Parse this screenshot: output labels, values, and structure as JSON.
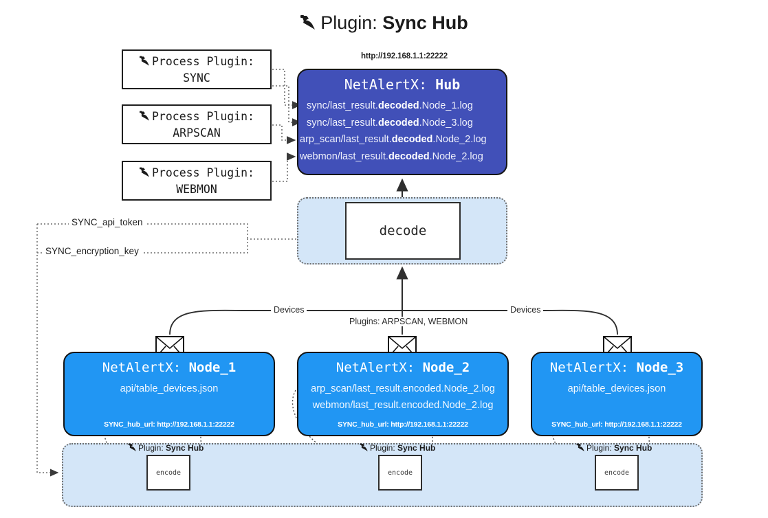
{
  "title": {
    "prefix": "Plugin: ",
    "name": "Sync Hub",
    "icon": "plug-icon"
  },
  "process_plugins": [
    {
      "label": "Process Plugin:",
      "name": "SYNC",
      "icon": "plug-icon"
    },
    {
      "label": "Process Plugin:",
      "name": "ARPSCAN",
      "icon": "plug-icon"
    },
    {
      "label": "Process Plugin:",
      "name": "WEBMON",
      "icon": "plug-icon"
    }
  ],
  "hub": {
    "url": "http://192.168.1.1:22222",
    "prefix": "NetAlertX: ",
    "name": "Hub",
    "logs": [
      {
        "pre": "sync/last_result.",
        "em": "decoded",
        "post": ".Node_1.log"
      },
      {
        "pre": "sync/last_result.",
        "em": "decoded",
        "post": ".Node_3.log"
      },
      {
        "pre": "arp_scan/last_result.",
        "em": "decoded",
        "post": ".Node_2.log"
      },
      {
        "pre": "webmon/last_result.",
        "em": "decoded",
        "post": ".Node_2.log"
      }
    ]
  },
  "decode": {
    "box_label": "decode"
  },
  "tokens": [
    {
      "label": "SYNC_api_token"
    },
    {
      "label": "SYNC_encryption_key"
    }
  ],
  "edge_labels": {
    "devices_left": "Devices",
    "plugins_center": "Plugins: ARPSCAN, WEBMON",
    "devices_right": "Devices"
  },
  "nodes": [
    {
      "prefix": "NetAlertX: ",
      "name": "Node_1",
      "lines": [
        "api/table_devices.json"
      ],
      "foot": "SYNC_hub_url: http://192.168.1.1:22222",
      "envelope_icon": "envelope-icon"
    },
    {
      "prefix": "NetAlertX: ",
      "name": "Node_2",
      "lines": [
        "arp_scan/last_result.encoded.Node_2.log",
        "webmon/last_result.encoded.Node_2.log"
      ],
      "foot": "SYNC_hub_url: http://192.168.1.1:22222",
      "envelope_icon": "envelope-icon"
    },
    {
      "prefix": "NetAlertX: ",
      "name": "Node_3",
      "lines": [
        "api/table_devices.json"
      ],
      "foot": "SYNC_hub_url: http://192.168.1.1:22222",
      "envelope_icon": "envelope-icon"
    }
  ],
  "encoders": [
    {
      "plugin_prefix": "Plugin: ",
      "plugin_name": "Sync Hub",
      "box_label": "encode",
      "icon": "plug-icon"
    },
    {
      "plugin_prefix": "Plugin: ",
      "plugin_name": "Sync Hub",
      "box_label": "encode",
      "icon": "plug-icon"
    },
    {
      "plugin_prefix": "Plugin: ",
      "plugin_name": "Sync Hub",
      "box_label": "encode",
      "icon": "plug-icon"
    }
  ],
  "colors": {
    "hub_fill": "#4150b8",
    "node_fill": "#2196f3",
    "container_fill": "#d4e6f8",
    "stroke": "#141414",
    "dotted": "#6d6d6d"
  }
}
